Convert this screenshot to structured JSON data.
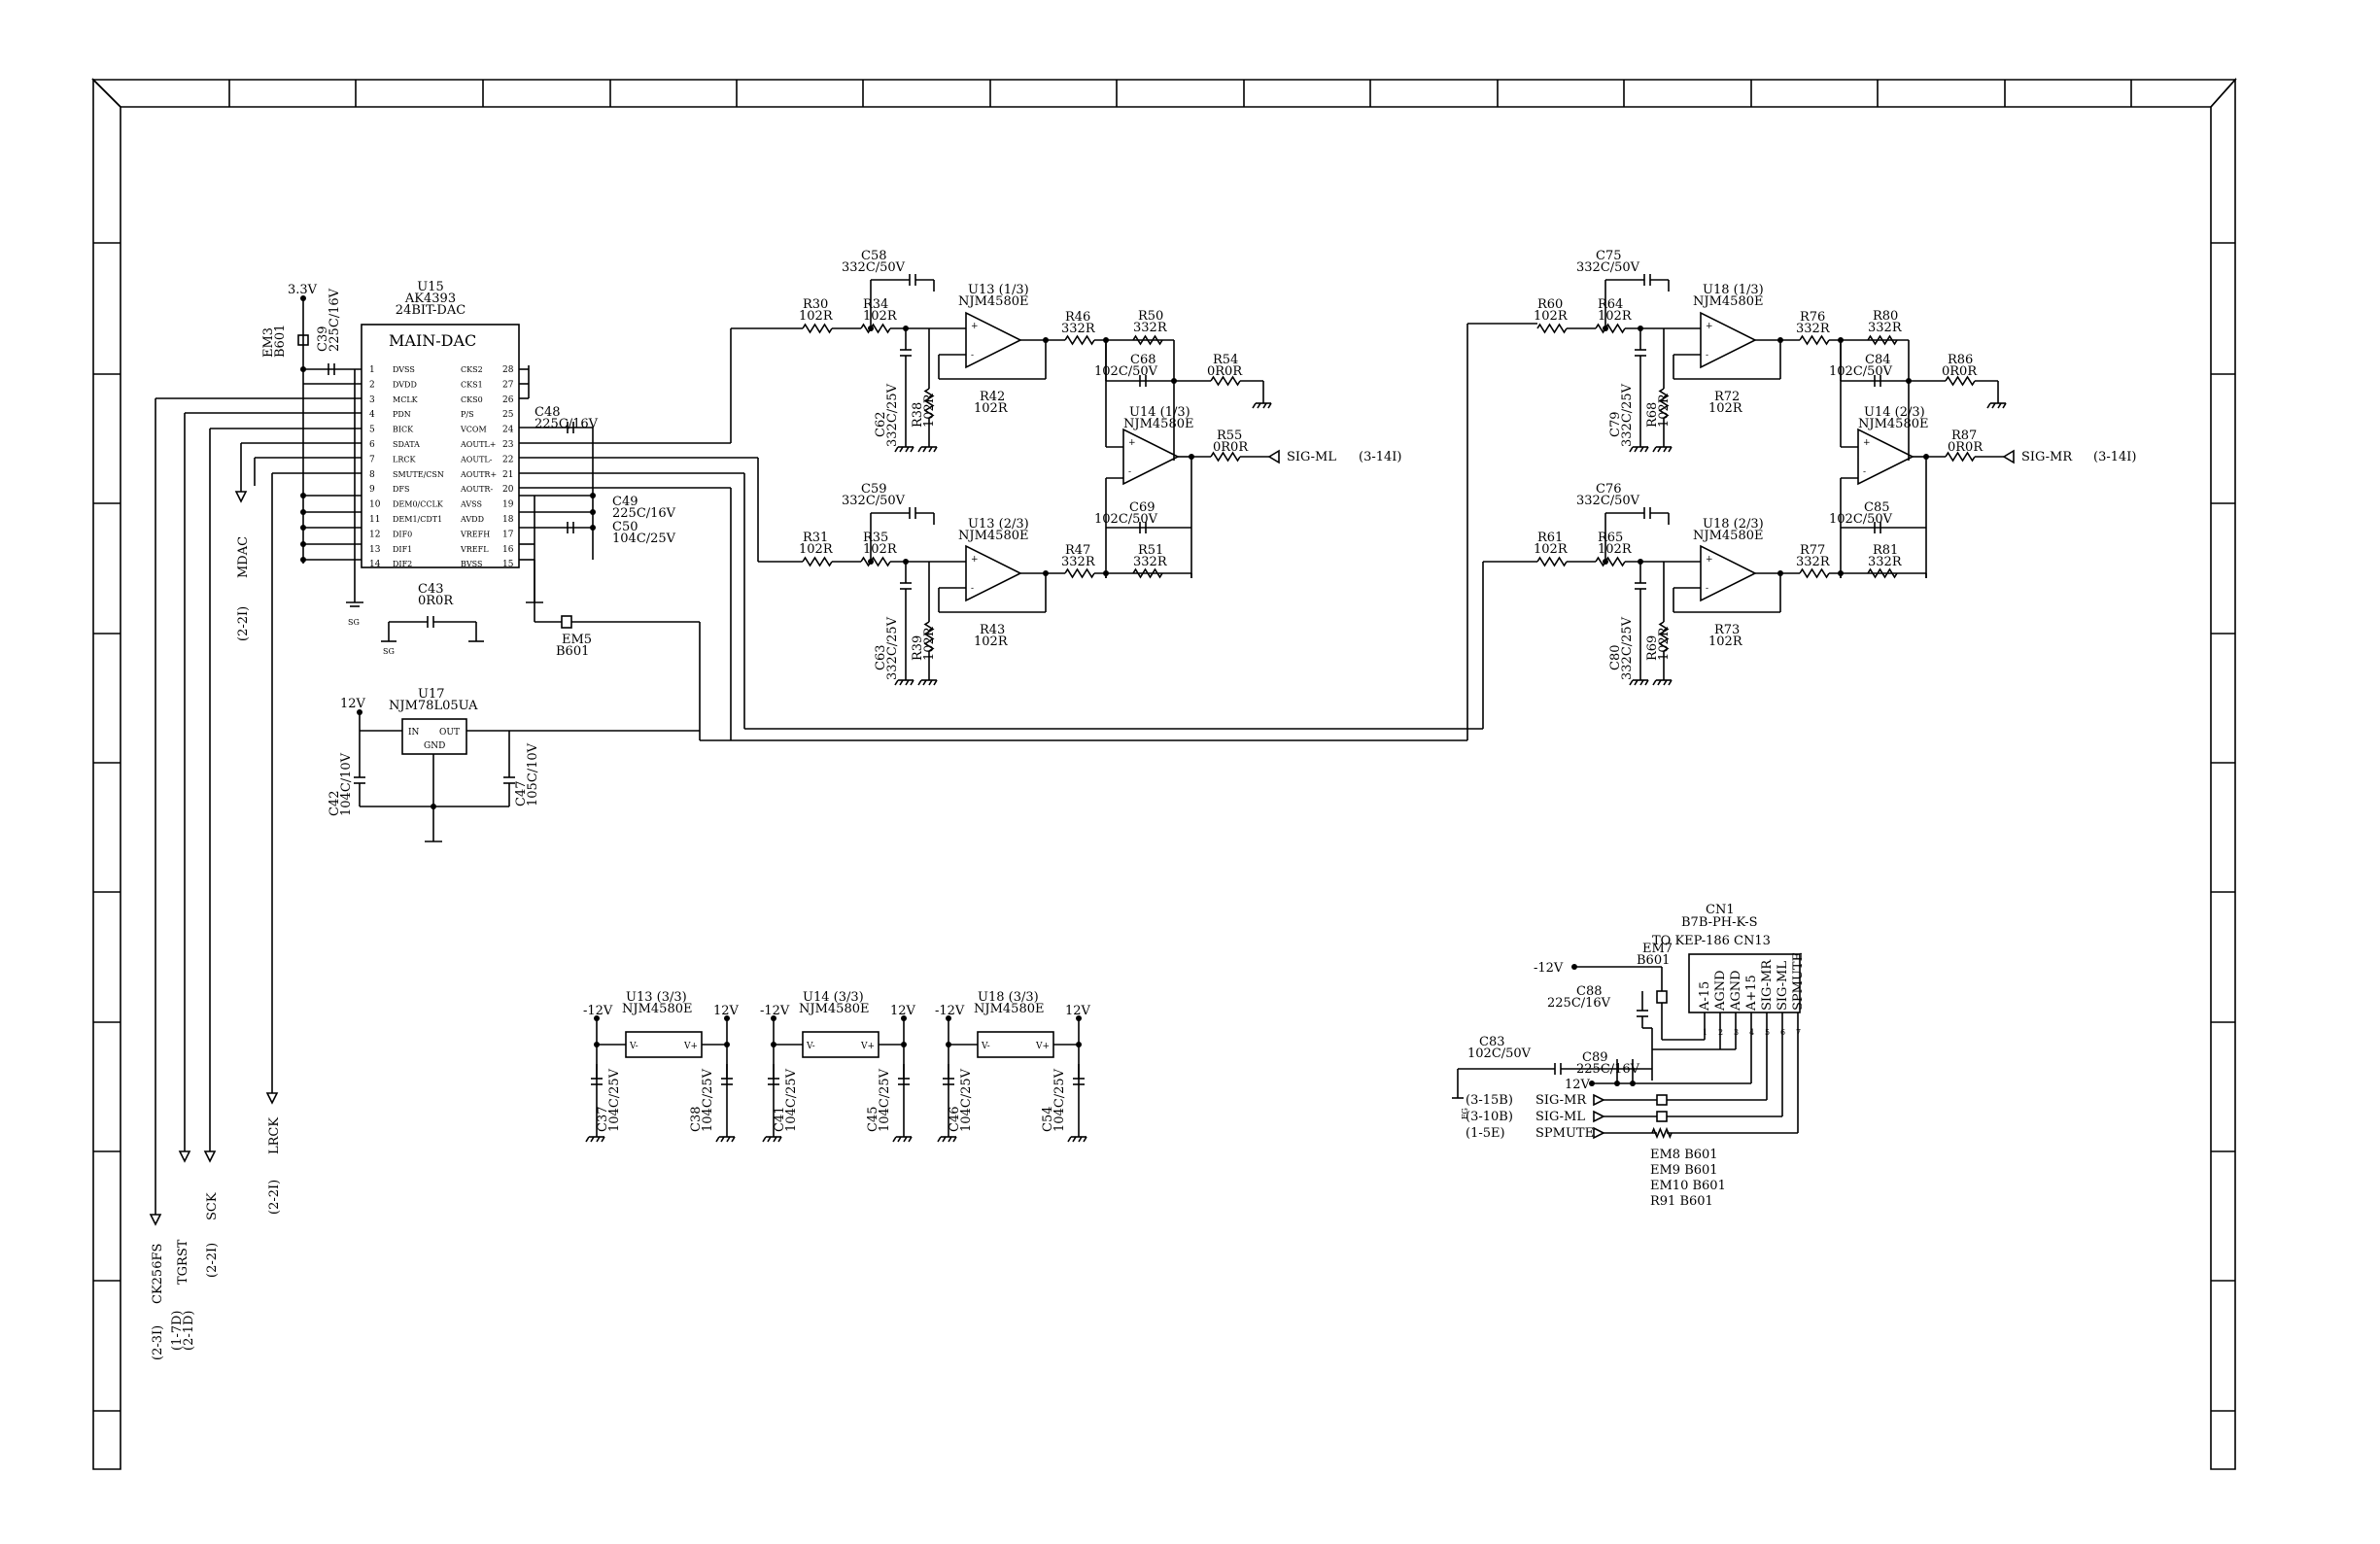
{
  "main_dac": {
    "ref": "U15",
    "part": "AK4393",
    "desc": "24BIT-DAC",
    "title": "MAIN-DAC",
    "left_pins": [
      {
        "num": "1",
        "name": "DVSS"
      },
      {
        "num": "2",
        "name": "DVDD"
      },
      {
        "num": "3",
        "name": "MCLK"
      },
      {
        "num": "4",
        "name": "PDN"
      },
      {
        "num": "5",
        "name": "BICK"
      },
      {
        "num": "6",
        "name": "SDATA"
      },
      {
        "num": "7",
        "name": "LRCK"
      },
      {
        "num": "8",
        "name": "SMUTE/CSN"
      },
      {
        "num": "9",
        "name": "DFS"
      },
      {
        "num": "10",
        "name": "DEM0/CCLK"
      },
      {
        "num": "11",
        "name": "DEM1/CDT1"
      },
      {
        "num": "12",
        "name": "DIF0"
      },
      {
        "num": "13",
        "name": "DIF1"
      },
      {
        "num": "14",
        "name": "DIF2"
      }
    ],
    "right_pins": [
      {
        "num": "28",
        "name": "CKS2"
      },
      {
        "num": "27",
        "name": "CKS1"
      },
      {
        "num": "26",
        "name": "CKS0"
      },
      {
        "num": "25",
        "name": "P/S"
      },
      {
        "num": "24",
        "name": "VCOM"
      },
      {
        "num": "23",
        "name": "AOUTL+"
      },
      {
        "num": "22",
        "name": "AOUTL-"
      },
      {
        "num": "21",
        "name": "AOUTR+"
      },
      {
        "num": "20",
        "name": "AOUTR-"
      },
      {
        "num": "19",
        "name": "AVSS"
      },
      {
        "num": "18",
        "name": "AVDD"
      },
      {
        "num": "17",
        "name": "VREFH"
      },
      {
        "num": "16",
        "name": "VREFL"
      },
      {
        "num": "15",
        "name": "BVSS"
      }
    ]
  },
  "supply": {
    "v33": "3.3V",
    "v12": "12V",
    "vm12": "-12V"
  },
  "em3": {
    "ref": "EM3",
    "part": "B601"
  },
  "c39": {
    "ref": "C39",
    "val": "225C/16V"
  },
  "c48": {
    "ref": "C48",
    "val": "225C/16V"
  },
  "c49": {
    "ref": "C49",
    "val": "225C/16V"
  },
  "c50": {
    "ref": "C50",
    "val": "104C/25V"
  },
  "c43": {
    "ref": "C43",
    "val": "0R0R"
  },
  "em5": {
    "ref": "EM5",
    "part": "B601"
  },
  "sg": "SG",
  "u17": {
    "ref": "U17",
    "part": "NJM78L05UA",
    "in": "IN",
    "out": "OUT",
    "gnd": "GND"
  },
  "c42": {
    "ref": "C42",
    "val": "104C/10V"
  },
  "c47": {
    "ref": "C47",
    "val": "105C/10V"
  },
  "left_signals": [
    {
      "ref": "(2-2I)",
      "name": "MDAC"
    },
    {
      "ref": "(2-2I)",
      "name": "LRCK"
    },
    {
      "ref": "(2-2I)",
      "name": "SCK"
    },
    {
      "ref": "(1-7D)",
      "ref2": "(2-1D)",
      "name": "TGRST"
    },
    {
      "ref": "(2-3I)",
      "name": "CK256FS"
    }
  ],
  "filters": [
    {
      "c_top1": {
        "ref": "C58",
        "val": "332C/50V"
      },
      "r_a1": {
        "ref": "R30",
        "val": "102R"
      },
      "r_b1": {
        "ref": "R34",
        "val": "102R"
      },
      "op1": {
        "ref": "U13 (1/3)",
        "part": "NJM4580E"
      },
      "r_fb1": {
        "ref": "R46",
        "val": "332R"
      },
      "c_g1": {
        "ref": "C62",
        "val": "332C/25V"
      },
      "r_g1": {
        "ref": "R38",
        "val": "102R"
      },
      "r_g1b": {
        "ref": "R42",
        "val": "102R"
      },
      "r_s1": {
        "ref": "R50",
        "val": "332R"
      },
      "c_s1": {
        "ref": "C68",
        "val": "102C/50V"
      },
      "r_t1": {
        "ref": "R54",
        "val": "0R0R"
      },
      "op3": {
        "ref": "U14 (1/3)",
        "part": "NJM4580E"
      },
      "r_out": {
        "ref": "R55",
        "val": "0R0R"
      },
      "out": {
        "name": "SIG-ML",
        "ref": "(3-14I)"
      },
      "c_s2": {
        "ref": "C69",
        "val": "102C/50V"
      },
      "c_top2": {
        "ref": "C59",
        "val": "332C/50V"
      },
      "r_a2": {
        "ref": "R31",
        "val": "102R"
      },
      "r_b2": {
        "ref": "R35",
        "val": "102R"
      },
      "op2": {
        "ref": "U13 (2/3)",
        "part": "NJM4580E"
      },
      "r_fb2": {
        "ref": "R47",
        "val": "332R"
      },
      "r_s2": {
        "ref": "R51",
        "val": "332R"
      },
      "c_g2": {
        "ref": "C63",
        "val": "332C/25V"
      },
      "r_g2": {
        "ref": "R39",
        "val": "102R"
      },
      "r_g2b": {
        "ref": "R43",
        "val": "102R"
      }
    },
    {
      "c_top1": {
        "ref": "C75",
        "val": "332C/50V"
      },
      "r_a1": {
        "ref": "R60",
        "val": "102R"
      },
      "r_b1": {
        "ref": "R64",
        "val": "102R"
      },
      "op1": {
        "ref": "U18 (1/3)",
        "part": "NJM4580E"
      },
      "r_fb1": {
        "ref": "R76",
        "val": "332R"
      },
      "c_g1": {
        "ref": "C79",
        "val": "332C/25V"
      },
      "r_g1": {
        "ref": "R68",
        "val": "102R"
      },
      "r_g1b": {
        "ref": "R72",
        "val": "102R"
      },
      "r_s1": {
        "ref": "R80",
        "val": "332R"
      },
      "c_s1": {
        "ref": "C84",
        "val": "102C/50V"
      },
      "r_t1": {
        "ref": "R86",
        "val": "0R0R"
      },
      "op3": {
        "ref": "U14 (2/3)",
        "part": "NJM4580E"
      },
      "r_out": {
        "ref": "R87",
        "val": "0R0R"
      },
      "out": {
        "name": "SIG-MR",
        "ref": "(3-14I)"
      },
      "c_s2": {
        "ref": "C85",
        "val": "102C/50V"
      },
      "c_top2": {
        "ref": "C76",
        "val": "332C/50V"
      },
      "r_a2": {
        "ref": "R61",
        "val": "102R"
      },
      "r_b2": {
        "ref": "R65",
        "val": "102R"
      },
      "op2": {
        "ref": "U18 (2/3)",
        "part": "NJM4580E"
      },
      "r_fb2": {
        "ref": "R77",
        "val": "332R"
      },
      "r_s2": {
        "ref": "R81",
        "val": "332R"
      },
      "c_g2": {
        "ref": "C80",
        "val": "332C/25V"
      },
      "r_g2": {
        "ref": "R69",
        "val": "102R"
      },
      "r_g2b": {
        "ref": "R73",
        "val": "102R"
      }
    }
  ],
  "power_ops": [
    {
      "ref": "U13 (3/3)",
      "part": "NJM4580E",
      "vneg": "-12V",
      "vpos": "12V",
      "ca": {
        "ref": "C37",
        "val": "104C/25V"
      },
      "cb": {
        "ref": "C38",
        "val": "104C/25V"
      },
      "pin_neg": "V-",
      "pin_pos": "V+"
    },
    {
      "ref": "U14 (3/3)",
      "part": "NJM4580E",
      "vneg": "-12V",
      "vpos": "12V",
      "ca": {
        "ref": "C41",
        "val": "104C/25V"
      },
      "cb": {
        "ref": "C45",
        "val": "104C/25V"
      },
      "pin_neg": "V-",
      "pin_pos": "V+"
    },
    {
      "ref": "U18 (3/3)",
      "part": "NJM4580E",
      "vneg": "-12V",
      "vpos": "12V",
      "ca": {
        "ref": "C46",
        "val": "104C/25V"
      },
      "cb": {
        "ref": "C54",
        "val": "104C/25V"
      },
      "pin_neg": "V-",
      "pin_pos": "V+"
    }
  ],
  "cn1": {
    "ref": "CN1",
    "part": "B7B-PH-K-S",
    "to": "TO KEP-186 CN13",
    "pins": [
      "A-15",
      "AGND",
      "AGND",
      "A+15",
      "SIG-MR",
      "SIG-ML",
      "SPMUTE"
    ],
    "em7": {
      "ref": "EM7",
      "part": "B601"
    },
    "c88": {
      "ref": "C88",
      "val": "225C/16V"
    },
    "c83": {
      "ref": "C83",
      "val": "102C/50V"
    },
    "c89": {
      "ref": "C89",
      "val": "225C/16V"
    },
    "fg": "FG",
    "signals": [
      {
        "ref": "(3-15B)",
        "name": "SIG-MR"
      },
      {
        "ref": "(3-10B)",
        "name": "SIG-ML"
      },
      {
        "ref": "(1-5E)",
        "name": "SPMUTE"
      }
    ],
    "notes": [
      "EM8  B601",
      "EM9  B601",
      "EM10  B601",
      "R91  B601"
    ]
  }
}
